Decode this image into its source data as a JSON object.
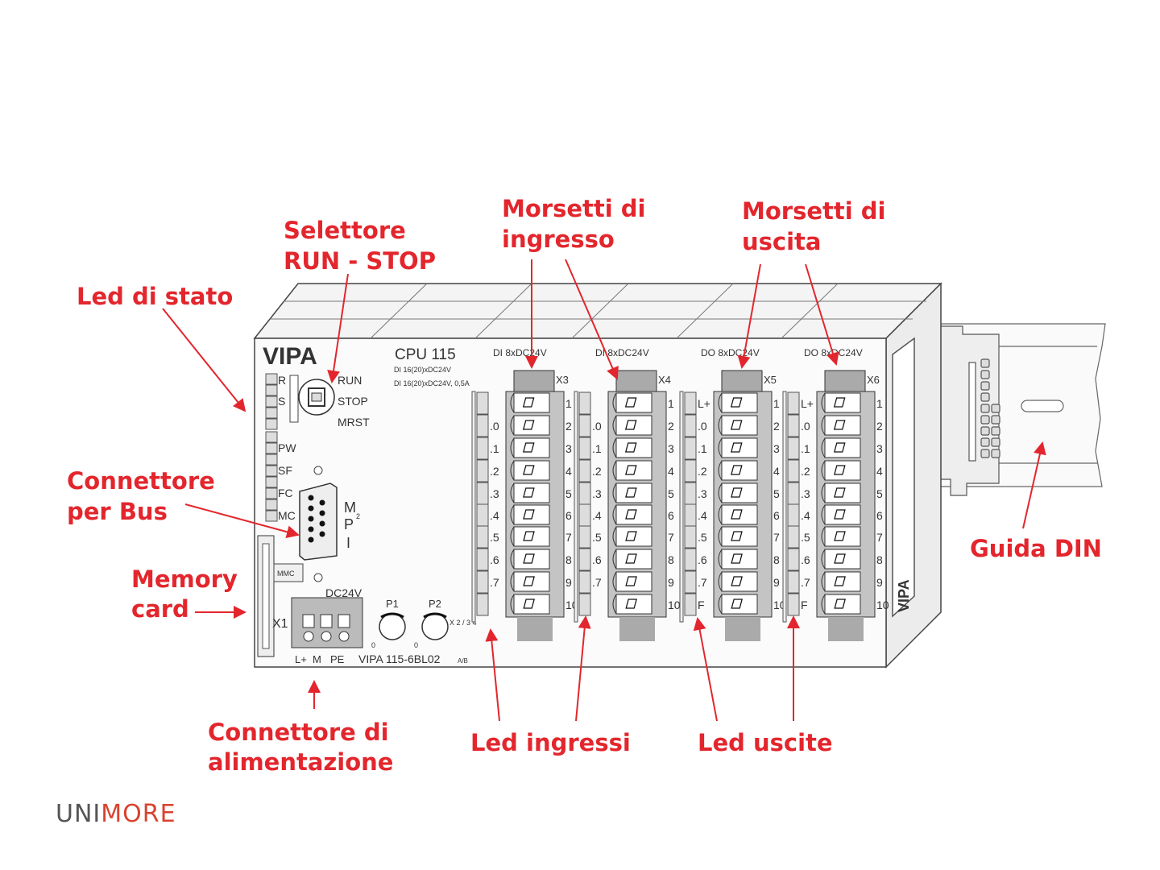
{
  "colors": {
    "annotation": "#e3262d",
    "logo_gray": "#555555",
    "logo_red": "#d9432f"
  },
  "labels": {
    "led_stato": "Led di stato",
    "selettore_1": "Selettore",
    "selettore_2": "RUN - STOP",
    "morsetti_in_1": "Morsetti di",
    "morsetti_in_2": "ingresso",
    "morsetti_out_1": "Morsetti di",
    "morsetti_out_2": "uscita",
    "connettore_bus_1": "Connettore",
    "connettore_bus_2": "per Bus",
    "memory_1": "Memory",
    "memory_2": "card",
    "guida_din": "Guida DIN",
    "alim_1": "Connettore di",
    "alim_2": "alimentazione",
    "led_ingressi": "Led ingressi",
    "led_uscite": "Led uscite"
  },
  "device": {
    "brand": "VIPA",
    "model": "CPU 115",
    "spec_1": "DI 16(20)xDC24V",
    "spec_2": "DI 16(20)xDC24V, 0,5A",
    "status_leds": [
      "R",
      "S",
      "PW",
      "SF",
      "FC",
      "MC"
    ],
    "switch_positions": [
      "RUN",
      "STOP",
      "MRST"
    ],
    "mpi": [
      "M",
      "P",
      "I"
    ],
    "mpi_sup": "2",
    "mmc": "MMC",
    "power_label": "DC24V",
    "power_connector": "X1",
    "power_pins": [
      "L+",
      "M",
      "PE"
    ],
    "pots": [
      "P1",
      "P2"
    ],
    "pot_zero": "0",
    "order_code": "VIPA 115-6BL02",
    "order_suffix": "A/B",
    "x_table": "X 2 / 3 4",
    "blocks": [
      {
        "title": "DI 8xDC24V",
        "name": "X3",
        "left": [
          "",
          ".0",
          ".1",
          ".2",
          ".3",
          ".4",
          ".5",
          ".6",
          ".7",
          ""
        ]
      },
      {
        "title": "DI 8xDC24V",
        "name": "X4",
        "left": [
          "",
          ".0",
          ".1",
          ".2",
          ".3",
          ".4",
          ".5",
          ".6",
          ".7",
          ""
        ]
      },
      {
        "title": "DO 8xDC24V",
        "name": "X5",
        "left": [
          "L+",
          ".0",
          ".1",
          ".2",
          ".3",
          ".4",
          ".5",
          ".6",
          ".7",
          "F"
        ]
      },
      {
        "title": "DO 8xDC24V",
        "name": "X6",
        "left": [
          "L+",
          ".0",
          ".1",
          ".2",
          ".3",
          ".4",
          ".5",
          ".6",
          ".7",
          "F"
        ]
      }
    ],
    "pin_numbers": [
      "1",
      "2",
      "3",
      "4",
      "5",
      "6",
      "7",
      "8",
      "9",
      "10"
    ]
  },
  "logo": {
    "part1": "UNI",
    "part2": "MORE"
  }
}
